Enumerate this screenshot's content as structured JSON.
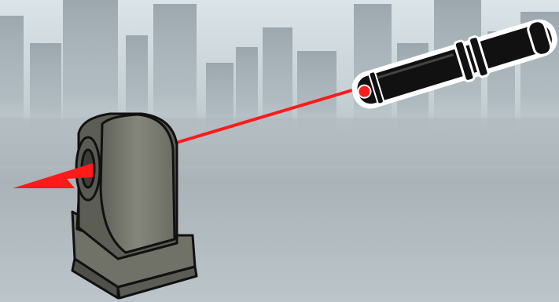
{
  "scene": {
    "background_sky_color": "#c9d5db",
    "background_ground_color": "#b3bcc1",
    "skyline_color": "#8f9aa2",
    "beam_color": "#ff1a1a",
    "pointer_body_color": "#111111",
    "pointer_outline_color": "#ffffff",
    "mount_face_color": "#7a7b70",
    "mount_side_color": "#5c5d54",
    "mount_base_color": "#6b6c62",
    "icons": [
      "city-skyline",
      "laser-pointer",
      "laser-beam",
      "lens-mount",
      "arrowhead"
    ]
  }
}
